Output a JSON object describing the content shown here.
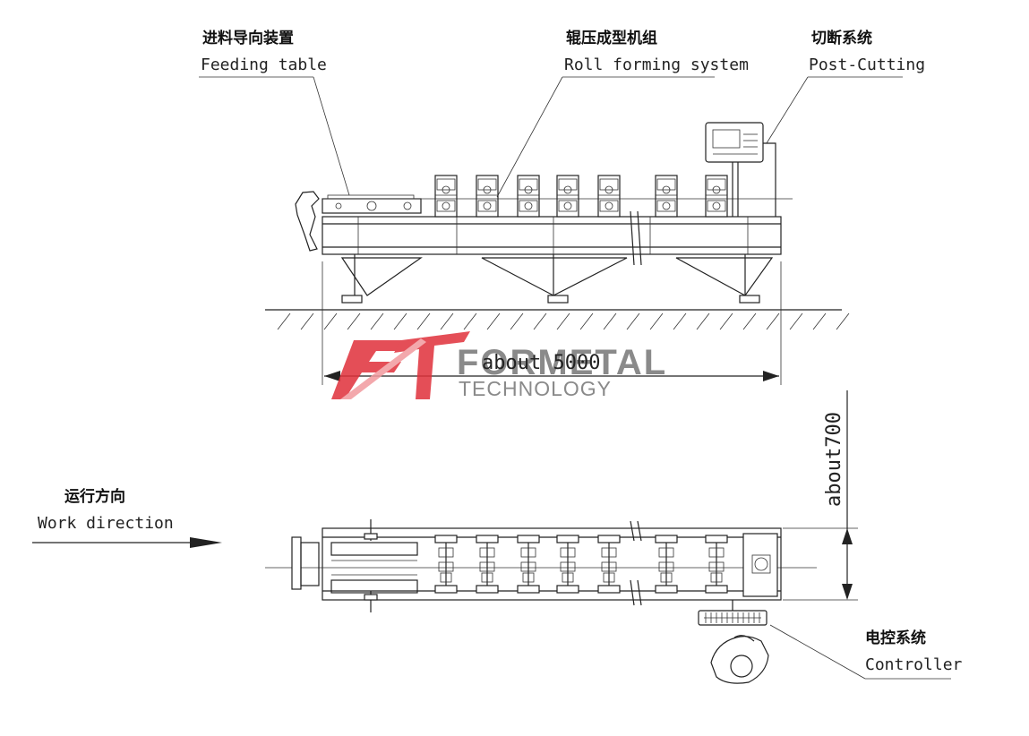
{
  "labels": {
    "feeding": {
      "cn": "进料导向装置",
      "en": "Feeding table"
    },
    "roll": {
      "cn": "辊压成型机组",
      "en": "Roll forming system"
    },
    "cutting": {
      "cn": "切断系统",
      "en": "Post-Cutting"
    },
    "direction": {
      "cn": "运行方向",
      "en": "Work direction"
    },
    "controller": {
      "cn": "电控系统",
      "en": "Controller"
    }
  },
  "dimensions": {
    "length": "about 5000",
    "width": "about700"
  },
  "watermark": {
    "brand": "FORMETAL",
    "sub": "TECHNOLOGY",
    "colors": {
      "red": "#e0303a",
      "gray": "#8a8a8a"
    }
  }
}
